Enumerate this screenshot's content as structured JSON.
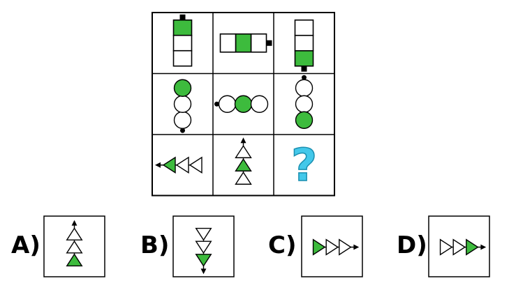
{
  "colors": {
    "fill": "#3dbb3d",
    "stroke": "#000000",
    "question_mark": "#43c8ea",
    "background": "#ffffff"
  },
  "grid": {
    "rows": [
      [
        {
          "kind": "battery",
          "direction": "up",
          "green_index": 0
        },
        {
          "kind": "battery",
          "direction": "right",
          "green_index": 1
        },
        {
          "kind": "battery",
          "direction": "down",
          "green_index": 0
        }
      ],
      [
        {
          "kind": "circles",
          "direction": "down",
          "green_index": 2
        },
        {
          "kind": "circles",
          "direction": "left",
          "green_index": 1
        },
        {
          "kind": "circles",
          "direction": "up",
          "green_index": 2
        }
      ],
      [
        {
          "kind": "arrows",
          "direction": "left",
          "green_index": 0
        },
        {
          "kind": "arrows",
          "direction": "up",
          "green_index": 1
        },
        {
          "kind": "question",
          "symbol": "?"
        }
      ]
    ]
  },
  "options": [
    {
      "label": "A)",
      "direction": "up",
      "green_index": 2
    },
    {
      "label": "B)",
      "direction": "down",
      "green_index": 0
    },
    {
      "label": "C)",
      "direction": "right",
      "green_index": 2
    },
    {
      "label": "D)",
      "direction": "right",
      "green_index": 0
    }
  ]
}
